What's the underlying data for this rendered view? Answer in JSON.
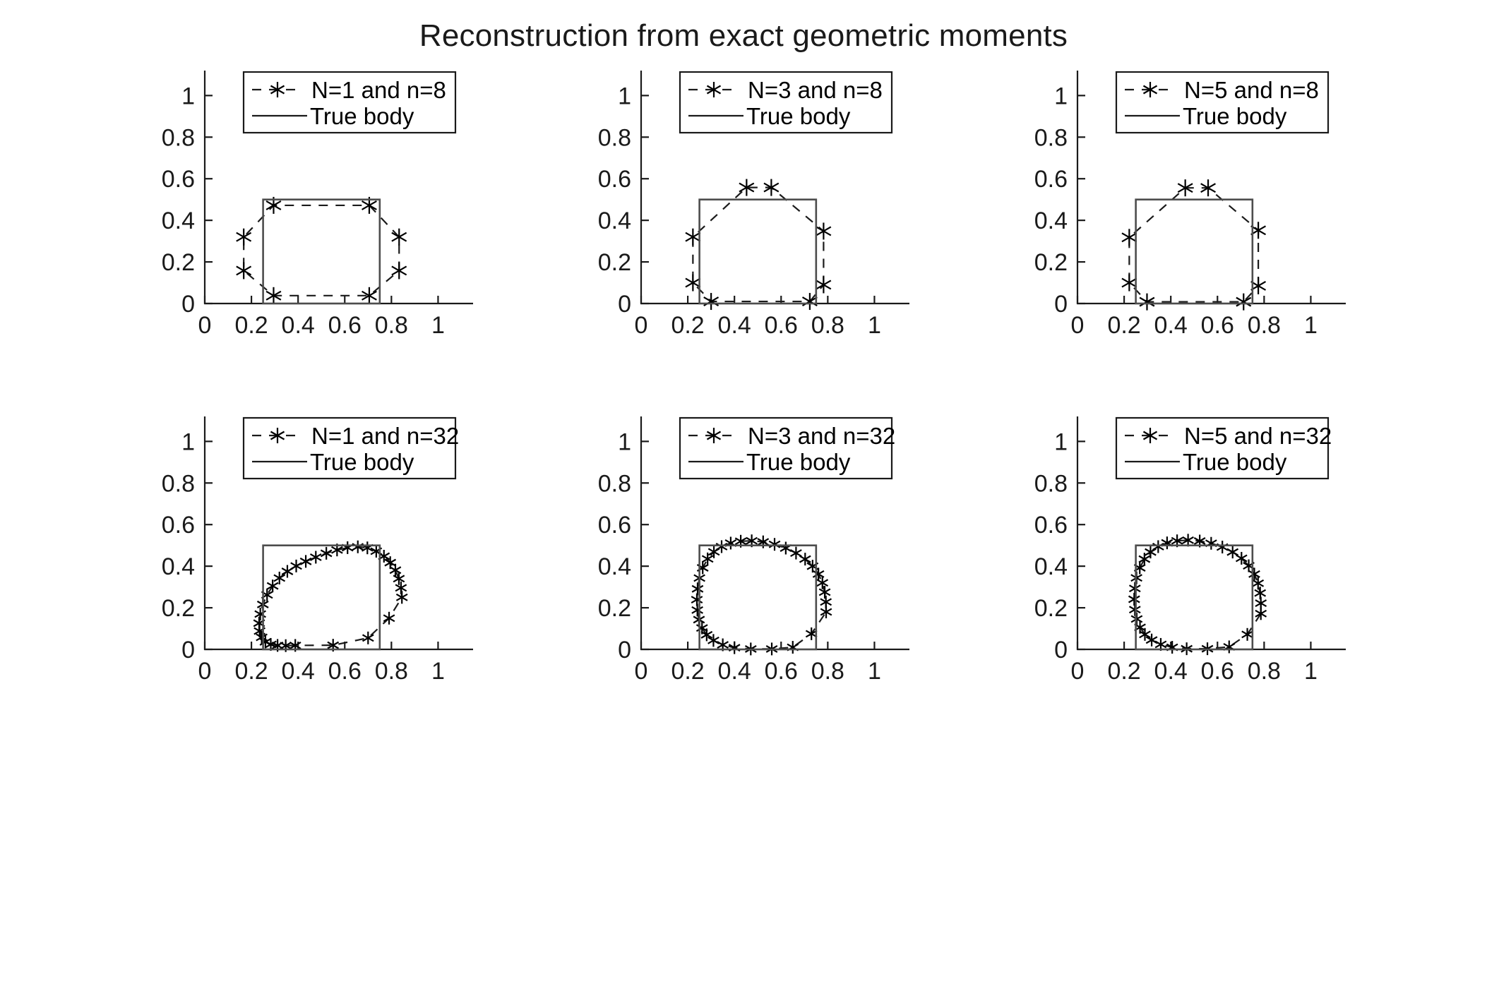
{
  "figure": {
    "title": "Reconstruction from exact geometric moments",
    "background_color": "#ffffff",
    "axis_color": "#1a1a1a",
    "true_body_color": "#4d4d4d",
    "recon_color": "#1a1a1a",
    "rows": 2,
    "cols": 3
  },
  "axes_common": {
    "xlim": [
      0,
      1.15
    ],
    "ylim": [
      0,
      1.12
    ],
    "xticks": [
      0,
      0.2,
      0.4,
      0.6,
      0.8,
      1
    ],
    "xticklabels": [
      "0",
      "0.2",
      "0.4",
      "0.6",
      "0.8",
      "1"
    ],
    "yticks": [
      0,
      0.2,
      0.4,
      0.6,
      0.8,
      1
    ],
    "yticklabels": [
      "0",
      "0.2",
      "0.4",
      "0.6",
      "0.8",
      "1"
    ],
    "grid": false,
    "legend_position": "north",
    "true_body_label": "True body",
    "true_body_polygon": [
      [
        0.25,
        0.0
      ],
      [
        0.25,
        0.5
      ],
      [
        0.75,
        0.5
      ],
      [
        0.75,
        0.0
      ]
    ]
  },
  "chart_data": [
    {
      "id": "subplot-1",
      "type": "line",
      "title": "",
      "xlabel": "",
      "ylabel": "",
      "xlim": [
        0,
        1.15
      ],
      "ylim": [
        0,
        1.12
      ],
      "legend": [
        "N=1 and n=8",
        "True body"
      ],
      "series": [
        {
          "name": "N=1 and n=8",
          "style": "dashed-asterisk",
          "closed": true,
          "x": [
            0.833,
            0.833,
            0.705,
            0.295,
            0.167,
            0.167,
            0.295,
            0.705
          ],
          "y": [
            0.158,
            0.32,
            0.472,
            0.472,
            0.32,
            0.158,
            0.038,
            0.038
          ]
        },
        {
          "name": "True body",
          "style": "solid",
          "closed": true,
          "x": [
            0.25,
            0.25,
            0.75,
            0.75
          ],
          "y": [
            0.0,
            0.5,
            0.5,
            0.0
          ]
        }
      ]
    },
    {
      "id": "subplot-2",
      "type": "line",
      "title": "",
      "xlabel": "",
      "ylabel": "",
      "xlim": [
        0,
        1.15
      ],
      "ylim": [
        0,
        1.12
      ],
      "legend": [
        "N=3 and n=8",
        "True body"
      ],
      "series": [
        {
          "name": "N=3 and n=8",
          "style": "dashed-asterisk",
          "closed": true,
          "x": [
            0.782,
            0.782,
            0.558,
            0.452,
            0.222,
            0.222,
            0.3,
            0.723
          ],
          "y": [
            0.09,
            0.348,
            0.558,
            0.558,
            0.32,
            0.1,
            0.01,
            0.01
          ]
        },
        {
          "name": "True body",
          "style": "solid",
          "closed": true,
          "x": [
            0.25,
            0.25,
            0.75,
            0.75
          ],
          "y": [
            0.0,
            0.5,
            0.5,
            0.0
          ]
        }
      ]
    },
    {
      "id": "subplot-3",
      "type": "line",
      "title": "",
      "xlabel": "",
      "ylabel": "",
      "xlim": [
        0,
        1.15
      ],
      "ylim": [
        0,
        1.12
      ],
      "legend": [
        "N=5 and n=8",
        "True body"
      ],
      "series": [
        {
          "name": "N=5 and n=8",
          "style": "dashed-asterisk",
          "closed": true,
          "x": [
            0.775,
            0.775,
            0.56,
            0.462,
            0.222,
            0.222,
            0.298,
            0.712
          ],
          "y": [
            0.085,
            0.352,
            0.556,
            0.556,
            0.318,
            0.1,
            0.008,
            0.008
          ]
        },
        {
          "name": "True body",
          "style": "solid",
          "closed": true,
          "x": [
            0.25,
            0.25,
            0.75,
            0.75
          ],
          "y": [
            0.0,
            0.5,
            0.5,
            0.0
          ]
        }
      ]
    },
    {
      "id": "subplot-4",
      "type": "line",
      "title": "",
      "xlabel": "",
      "ylabel": "",
      "xlim": [
        0,
        1.15
      ],
      "ylim": [
        0,
        1.12
      ],
      "legend": [
        "N=1 and n=32",
        "True body"
      ],
      "series": [
        {
          "name": "N=1 and n=32",
          "style": "dashed-asterisk",
          "closed": true,
          "x": [
            0.845,
            0.841,
            0.832,
            0.817,
            0.795,
            0.768,
            0.735,
            0.697,
            0.656,
            0.612,
            0.567,
            0.521,
            0.476,
            0.433,
            0.392,
            0.354,
            0.32,
            0.291,
            0.267,
            0.249,
            0.238,
            0.233,
            0.235,
            0.244,
            0.26,
            0.283,
            0.312,
            0.347,
            0.388,
            0.55,
            0.7,
            0.79
          ],
          "y": [
            0.25,
            0.296,
            0.34,
            0.381,
            0.417,
            0.448,
            0.472,
            0.488,
            0.493,
            0.489,
            0.478,
            0.462,
            0.443,
            0.423,
            0.401,
            0.375,
            0.343,
            0.305,
            0.262,
            0.216,
            0.17,
            0.126,
            0.088,
            0.058,
            0.036,
            0.024,
            0.019,
            0.018,
            0.019,
            0.02,
            0.055,
            0.15
          ]
        },
        {
          "name": "True body",
          "style": "solid",
          "closed": true,
          "x": [
            0.25,
            0.25,
            0.75,
            0.75
          ],
          "y": [
            0.0,
            0.5,
            0.5,
            0.0
          ]
        }
      ]
    },
    {
      "id": "subplot-5",
      "type": "line",
      "title": "",
      "xlabel": "",
      "ylabel": "",
      "xlim": [
        0,
        1.15
      ],
      "ylim": [
        0,
        1.12
      ],
      "legend": [
        "N=3 and n=32",
        "True body"
      ],
      "series": [
        {
          "name": "N=3 and n=32",
          "style": "dashed-asterisk",
          "closed": true,
          "x": [
            0.793,
            0.792,
            0.787,
            0.777,
            0.76,
            0.735,
            0.703,
            0.664,
            0.62,
            0.572,
            0.523,
            0.474,
            0.427,
            0.384,
            0.345,
            0.312,
            0.285,
            0.264,
            0.25,
            0.242,
            0.239,
            0.241,
            0.248,
            0.261,
            0.281,
            0.31,
            0.35,
            0.4,
            0.47,
            0.56,
            0.65,
            0.73
          ],
          "y": [
            0.18,
            0.228,
            0.275,
            0.32,
            0.362,
            0.4,
            0.434,
            0.463,
            0.487,
            0.505,
            0.517,
            0.522,
            0.52,
            0.511,
            0.494,
            0.469,
            0.435,
            0.392,
            0.343,
            0.291,
            0.239,
            0.189,
            0.143,
            0.103,
            0.07,
            0.043,
            0.022,
            0.008,
            0.002,
            0.002,
            0.01,
            0.075
          ]
        },
        {
          "name": "True body",
          "style": "solid",
          "closed": true,
          "x": [
            0.25,
            0.25,
            0.75,
            0.75
          ],
          "y": [
            0.0,
            0.5,
            0.5,
            0.0
          ]
        }
      ]
    },
    {
      "id": "subplot-6",
      "type": "line",
      "title": "",
      "xlabel": "",
      "ylabel": "",
      "xlim": [
        0,
        1.15
      ],
      "ylim": [
        0,
        1.12
      ],
      "legend": [
        "N=5 and n=32",
        "True body"
      ],
      "series": [
        {
          "name": "N=5 and n=32",
          "style": "dashed-asterisk",
          "closed": true,
          "x": [
            0.786,
            0.786,
            0.783,
            0.774,
            0.758,
            0.734,
            0.703,
            0.665,
            0.621,
            0.573,
            0.524,
            0.474,
            0.427,
            0.384,
            0.346,
            0.313,
            0.287,
            0.267,
            0.253,
            0.246,
            0.243,
            0.246,
            0.254,
            0.268,
            0.289,
            0.318,
            0.357,
            0.406,
            0.468,
            0.557,
            0.65,
            0.728
          ],
          "y": [
            0.172,
            0.222,
            0.271,
            0.318,
            0.362,
            0.402,
            0.438,
            0.468,
            0.492,
            0.51,
            0.521,
            0.525,
            0.522,
            0.512,
            0.494,
            0.468,
            0.434,
            0.392,
            0.344,
            0.293,
            0.241,
            0.191,
            0.146,
            0.106,
            0.072,
            0.045,
            0.024,
            0.01,
            0.003,
            0.003,
            0.012,
            0.072
          ]
        },
        {
          "name": "True body",
          "style": "solid",
          "closed": true,
          "x": [
            0.25,
            0.25,
            0.75,
            0.75
          ],
          "y": [
            0.0,
            0.5,
            0.5,
            0.0
          ]
        }
      ]
    }
  ]
}
